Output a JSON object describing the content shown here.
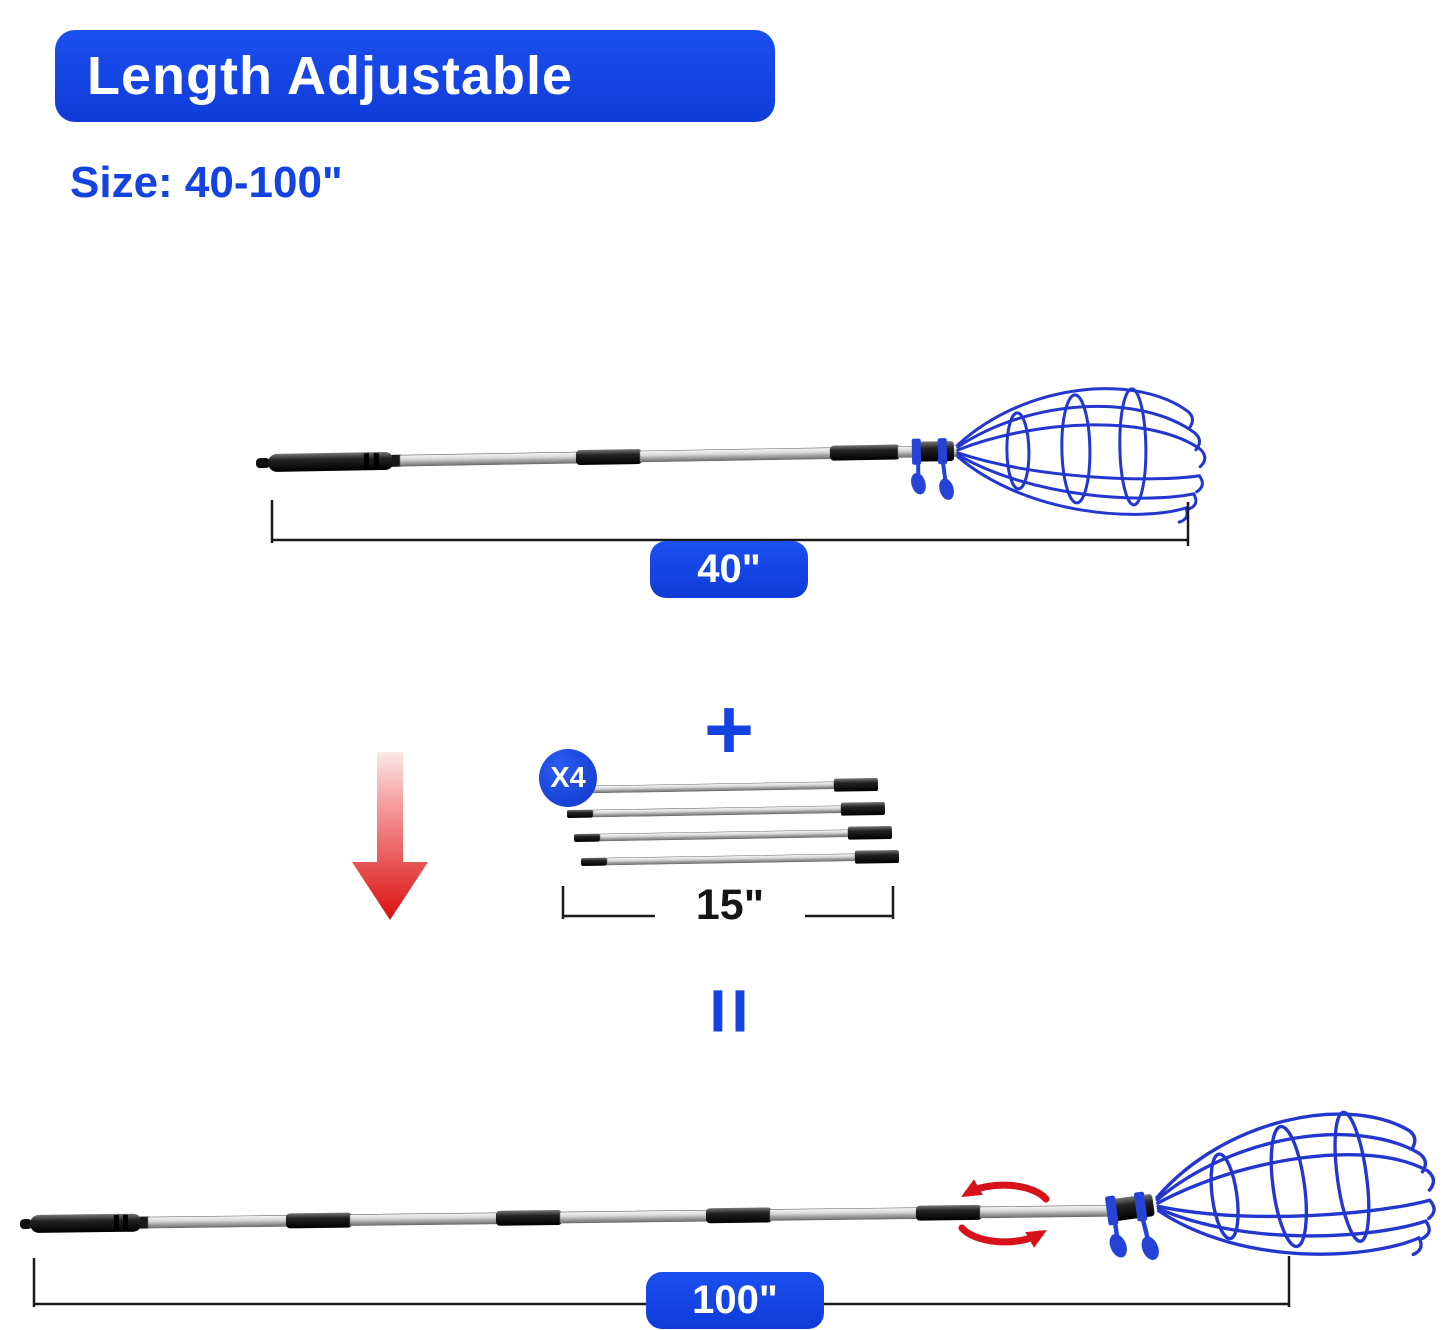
{
  "header": {
    "banner_title": "Length Adjustable",
    "size_label": "Size: 40-100\""
  },
  "diagram": {
    "collapsed_length_label": "40\"",
    "plus_symbol": "+",
    "extension_poles": {
      "count_badge": "X4",
      "length_label": "15\""
    },
    "equals_symbol": "=",
    "extended_length_label": "100\""
  },
  "colors": {
    "accent_blue": "#1443e1",
    "arrow_red": "#dc0f0f",
    "basket_blue": "#2337cf",
    "pole_silver": "#c9c9c9"
  }
}
